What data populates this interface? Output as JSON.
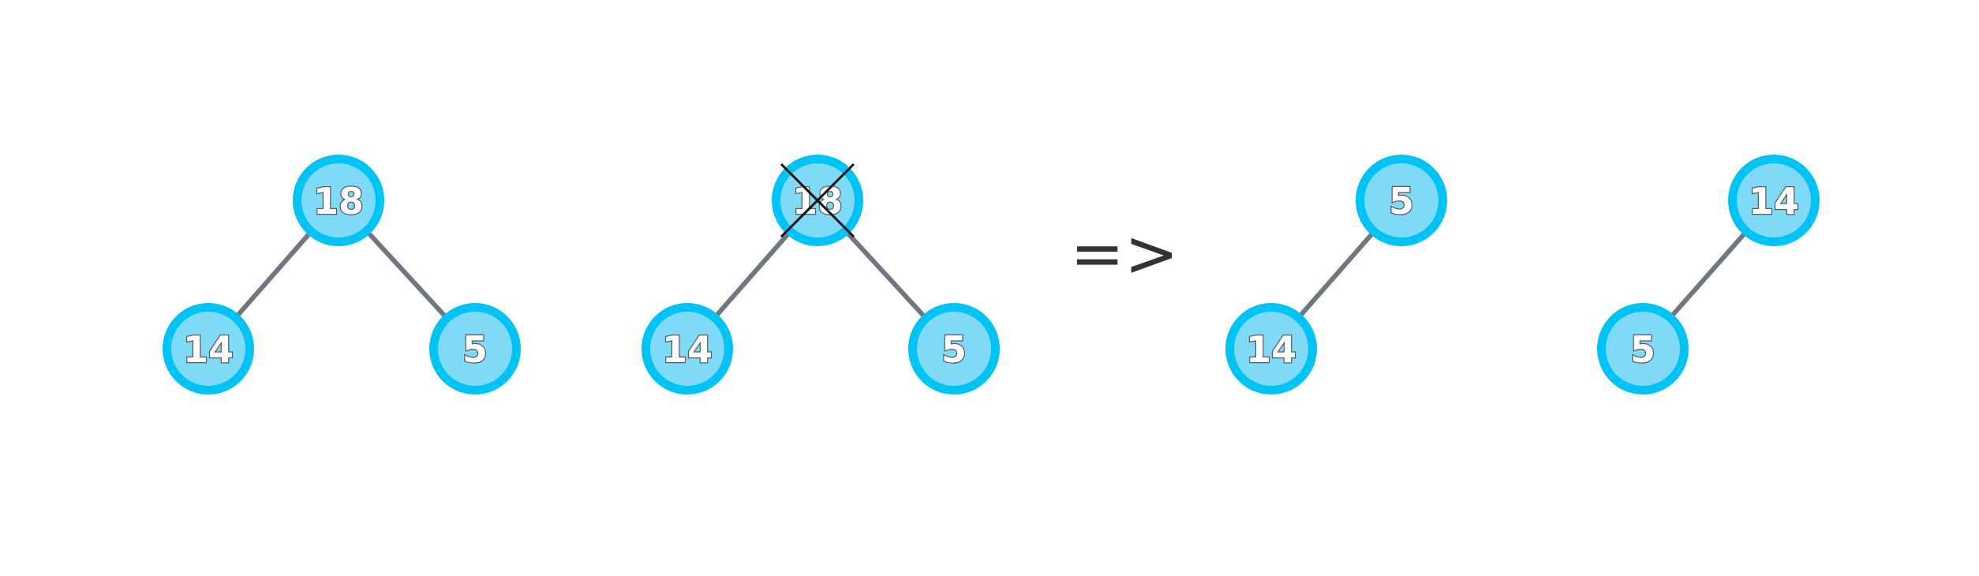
{
  "colors": {
    "node_outer": "#00c3f5",
    "node_inner": "#7fdaf8",
    "edge": "#6f7780",
    "cross": "#111111",
    "node_text": "#ffffff",
    "arrow_text": "#333333"
  },
  "trees": [
    {
      "id": "tree-original",
      "nodes": [
        {
          "id": "root",
          "label": "18"
        },
        {
          "id": "left",
          "label": "14"
        },
        {
          "id": "right",
          "label": "5"
        }
      ],
      "edges": [
        [
          "root",
          "left"
        ],
        [
          "root",
          "right"
        ]
      ],
      "deleted": []
    },
    {
      "id": "tree-delete-root",
      "nodes": [
        {
          "id": "root",
          "label": "18"
        },
        {
          "id": "left",
          "label": "14"
        },
        {
          "id": "right",
          "label": "5"
        }
      ],
      "edges": [
        [
          "root",
          "left"
        ],
        [
          "root",
          "right"
        ]
      ],
      "deleted": [
        "root"
      ]
    },
    {
      "id": "tree-result-a",
      "nodes": [
        {
          "id": "root",
          "label": "5"
        },
        {
          "id": "left",
          "label": "14"
        }
      ],
      "edges": [
        [
          "root",
          "left"
        ]
      ],
      "deleted": []
    },
    {
      "id": "tree-result-b",
      "nodes": [
        {
          "id": "root",
          "label": "14"
        },
        {
          "id": "left",
          "label": "5"
        }
      ],
      "edges": [
        [
          "root",
          "left"
        ]
      ],
      "deleted": []
    }
  ],
  "arrow": {
    "label": "=>"
  }
}
